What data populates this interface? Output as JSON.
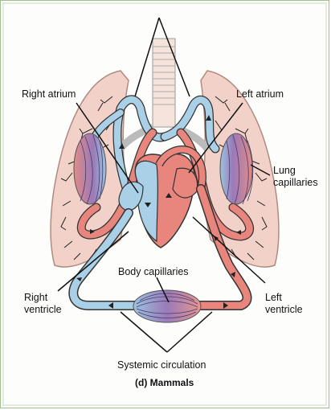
{
  "labels": {
    "right_atrium": "Right atrium",
    "left_atrium": "Left atrium",
    "lung_capillaries_1": "Lung",
    "lung_capillaries_2": "capillaries",
    "body_capillaries": "Body capillaries",
    "right_ventricle_1": "Right",
    "right_ventricle_2": "ventricle",
    "left_ventricle_1": "Left",
    "left_ventricle_2": "ventricle",
    "systemic_circulation": "Systemic circulation"
  },
  "caption": "(d) Mammals",
  "colors": {
    "lung": "#f2d2c8",
    "lung_edge": "#b08a80",
    "oxygenated": "#e8857c",
    "deoxygenated": "#a9d0e6",
    "vessel_edge": "#333333",
    "capillary": "#9a7ab8",
    "border": "#9fbf8f"
  }
}
